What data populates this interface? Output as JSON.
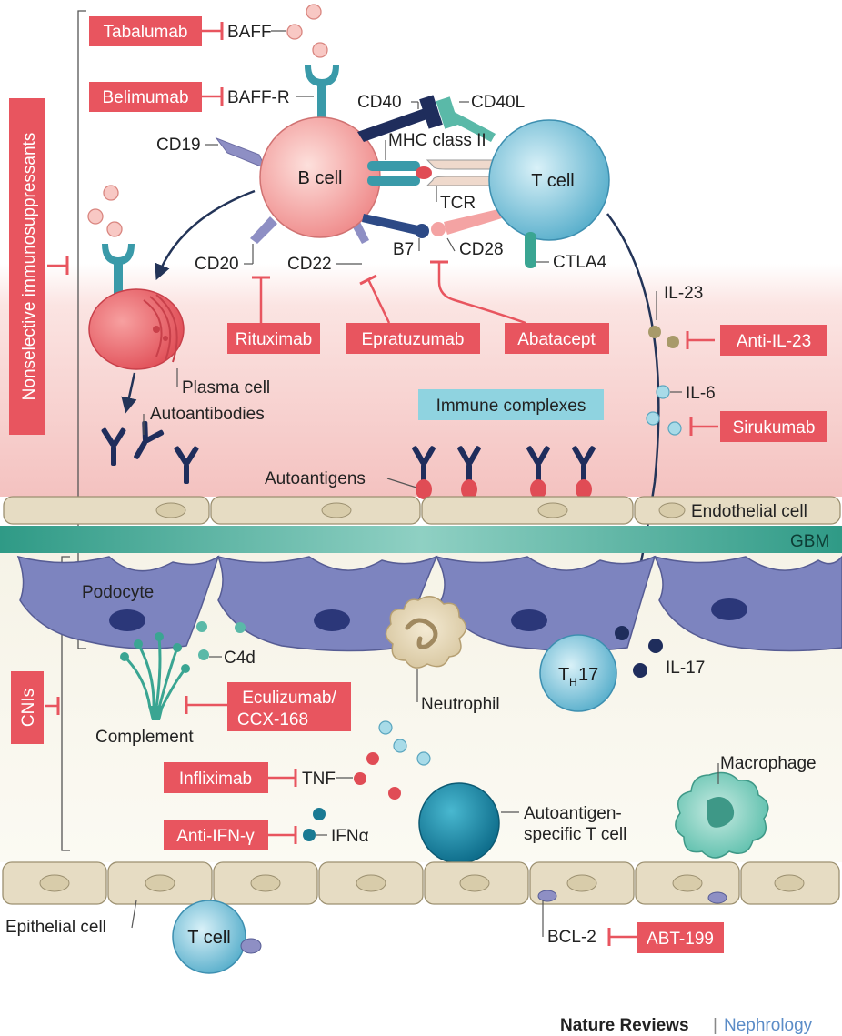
{
  "drugs": {
    "tabalumab": "Tabalumab",
    "belimumab": "Belimumab",
    "rituximab": "Rituximab",
    "epratuzumab": "Epratuzumab",
    "abatacept": "Abatacept",
    "anti_il23": "Anti-IL-23",
    "sirukumab": "Sirukumab",
    "eculizumab_1": "Eculizumab/",
    "eculizumab_2": "CCX-168",
    "infliximab": "Infliximab",
    "anti_ifng": "Anti-IFN-γ",
    "abt199": "ABT-199"
  },
  "groups": {
    "nonselective": "Nonselective immunosuppressants",
    "cnis": "CNIs"
  },
  "molecules": {
    "baff": "BAFF",
    "baff_r": "BAFF-R",
    "cd40": "CD40",
    "cd40l": "CD40L",
    "cd19": "CD19",
    "mhc2": "MHC class II",
    "tcr": "TCR",
    "b7": "B7",
    "cd28": "CD28",
    "ctla4": "CTLA4",
    "cd20": "CD20",
    "cd22": "CD22",
    "il23": "IL-23",
    "il6": "IL-6",
    "il17": "IL-17",
    "c4d": "C4d",
    "tnf": "TNF",
    "ifna": "IFNα",
    "bcl2": "BCL-2",
    "complement": "Complement",
    "autoantibodies": "Autoantibodies",
    "autoantigens": "Autoantigens",
    "immune_complexes": "Immune complexes"
  },
  "cells": {
    "b_cell": "B cell",
    "t_cell": "T cell",
    "plasma_cell": "Plasma cell",
    "endothelial_cell": "Endothelial cell",
    "gbm": "GBM",
    "podocyte": "Podocyte",
    "neutrophil": "Neutrophil",
    "th17_main": "T",
    "th17_sub": "H",
    "th17_suffix": "17",
    "macrophage": "Macrophage",
    "autoantigen_t_1": "Autoantigen-",
    "autoantigen_t_2": "specific T cell",
    "epithelial_cell": "Epithelial cell",
    "t_cell_bottom": "T cell"
  },
  "footer": {
    "journal": "Nature Reviews",
    "separator": "|",
    "section": "Nephrology"
  },
  "colors": {
    "drug_box": "#e8555f",
    "inhibit": "#e8555f",
    "pink_zone": "#f6c9c9",
    "gbm": "#3aa592",
    "membrane_cell": "#e6dcc3",
    "b_cell": "#f4a3a3",
    "t_cell": "#7fc6dc",
    "podocyte": "#7d84bf",
    "ab_navy": "#1f2d5c",
    "immune_complex_box": "#8fd3e0",
    "footer_blue": "#5b8cc7"
  }
}
